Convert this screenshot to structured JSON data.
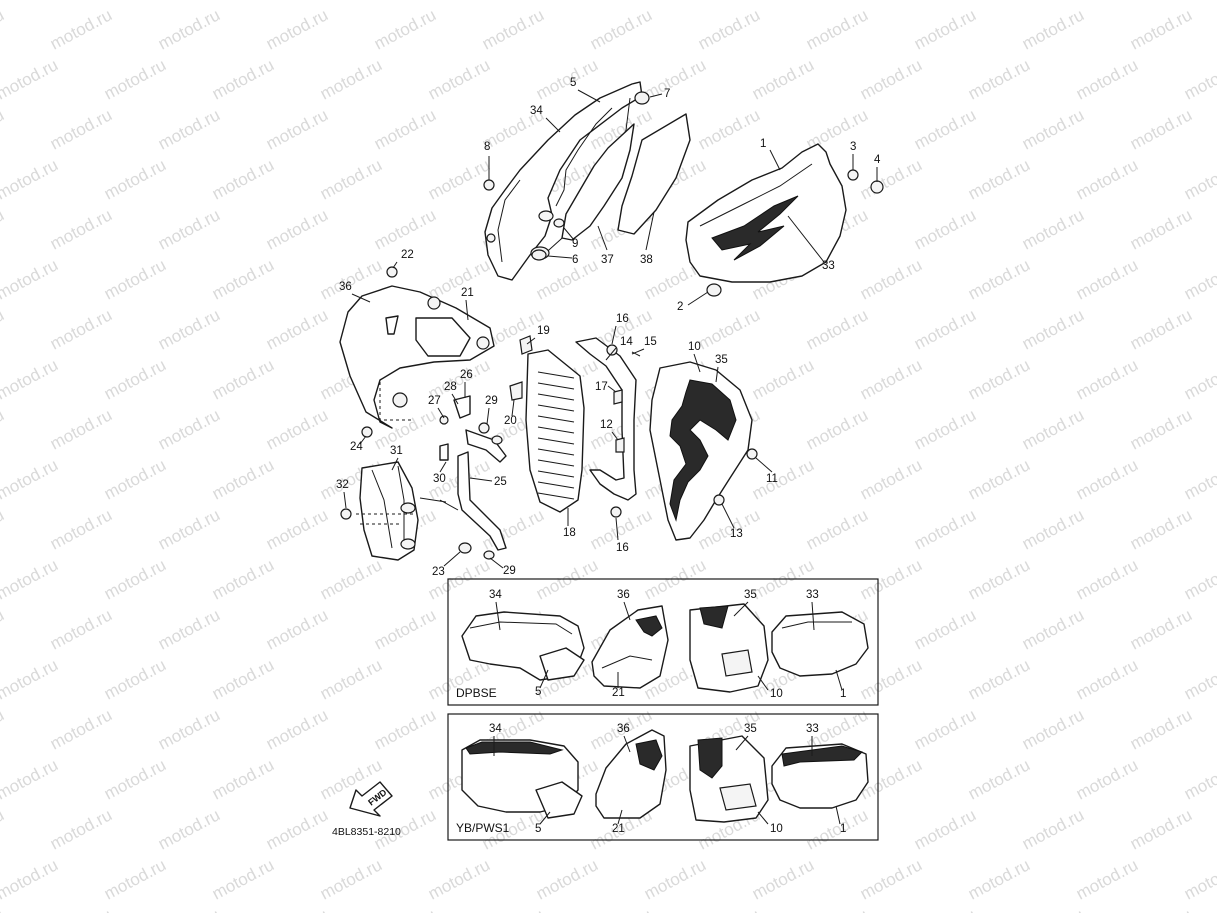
{
  "watermark_text": "motod.ru",
  "drawing_code": "4BL8351-8210",
  "fwd_label": "FWD",
  "variants": [
    {
      "name": "DPBSE",
      "callouts": [
        "34",
        "5",
        "36",
        "21",
        "35",
        "10",
        "33",
        "1"
      ]
    },
    {
      "name": "YB/PWS1",
      "callouts": [
        "34",
        "5",
        "36",
        "21",
        "35",
        "10",
        "33",
        "1"
      ]
    }
  ],
  "callouts": [
    {
      "id": "c5",
      "label": "5"
    },
    {
      "id": "c7",
      "label": "7"
    },
    {
      "id": "c34",
      "label": "34"
    },
    {
      "id": "c8",
      "label": "8"
    },
    {
      "id": "c9",
      "label": "9"
    },
    {
      "id": "c6",
      "label": "6"
    },
    {
      "id": "c37",
      "label": "37"
    },
    {
      "id": "c38",
      "label": "38"
    },
    {
      "id": "c1",
      "label": "1"
    },
    {
      "id": "c3",
      "label": "3"
    },
    {
      "id": "c4",
      "label": "4"
    },
    {
      "id": "c33",
      "label": "33"
    },
    {
      "id": "c2",
      "label": "2"
    },
    {
      "id": "c22",
      "label": "22"
    },
    {
      "id": "c36",
      "label": "36"
    },
    {
      "id": "c21",
      "label": "21"
    },
    {
      "id": "c19",
      "label": "19"
    },
    {
      "id": "c16a",
      "label": "16"
    },
    {
      "id": "c14",
      "label": "14"
    },
    {
      "id": "c15",
      "label": "15"
    },
    {
      "id": "c10",
      "label": "10"
    },
    {
      "id": "c35",
      "label": "35"
    },
    {
      "id": "c26",
      "label": "26"
    },
    {
      "id": "c28",
      "label": "28"
    },
    {
      "id": "c27",
      "label": "27"
    },
    {
      "id": "c29a",
      "label": "29"
    },
    {
      "id": "c20",
      "label": "20"
    },
    {
      "id": "c17",
      "label": "17"
    },
    {
      "id": "c12",
      "label": "12"
    },
    {
      "id": "c24",
      "label": "24"
    },
    {
      "id": "c31",
      "label": "31"
    },
    {
      "id": "c30",
      "label": "30"
    },
    {
      "id": "c25",
      "label": "25"
    },
    {
      "id": "c11",
      "label": "11"
    },
    {
      "id": "c32",
      "label": "32"
    },
    {
      "id": "c18",
      "label": "18"
    },
    {
      "id": "c13",
      "label": "13"
    },
    {
      "id": "c16b",
      "label": "16"
    },
    {
      "id": "c23",
      "label": "23"
    },
    {
      "id": "c29b",
      "label": "29"
    }
  ]
}
